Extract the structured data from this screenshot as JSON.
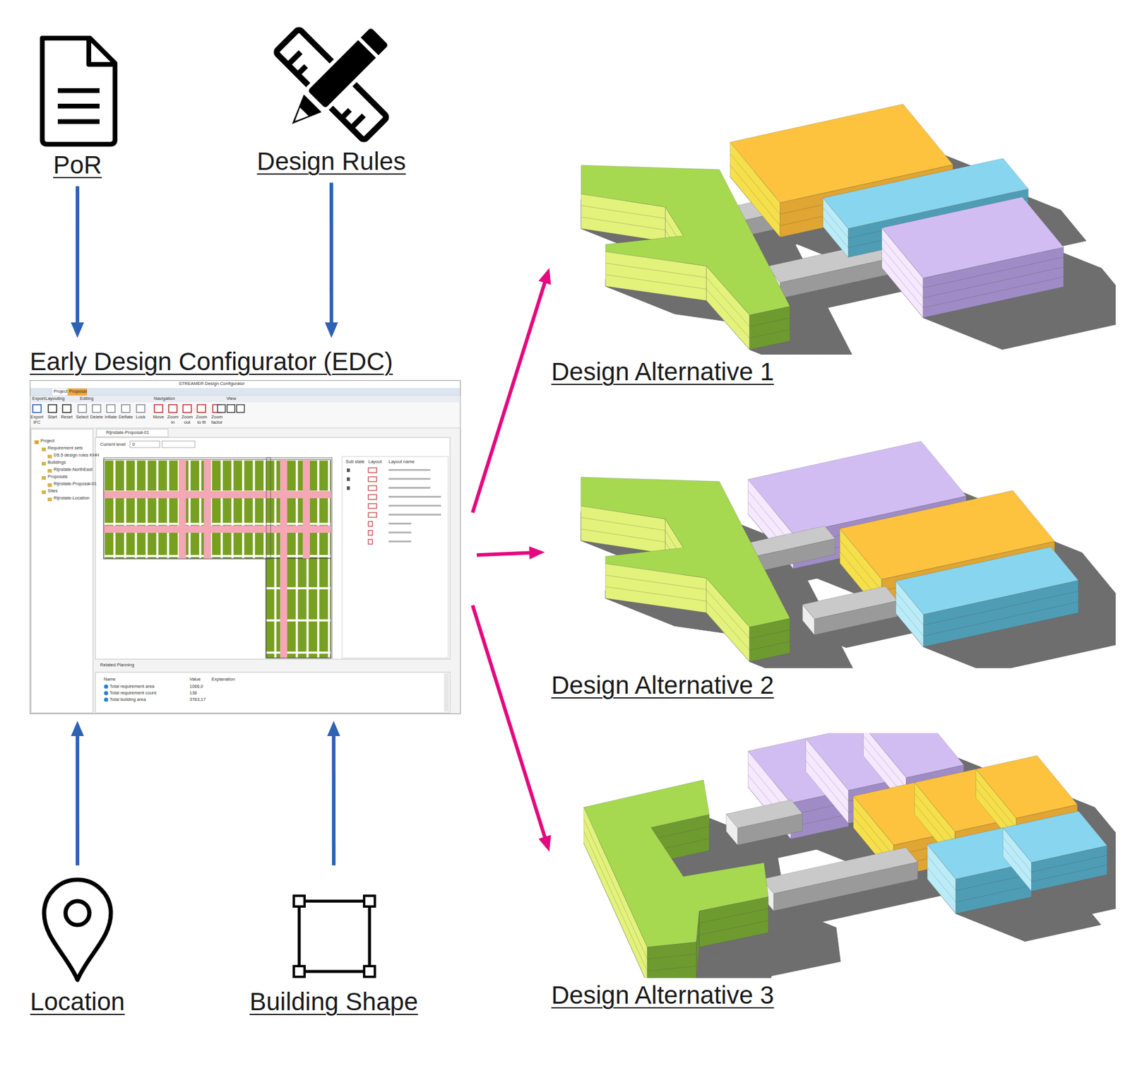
{
  "diagram": {
    "nodes": [
      {
        "text": [
          "PoR"
        ]
      },
      {
        "text": [
          "Design Rules"
        ]
      },
      {
        "text": [
          "Early Design Configurator (EDC)"
        ]
      },
      {
        "text": [
          "Design Alternative 1"
        ]
      },
      {
        "text": [
          "Design Alternative 2"
        ]
      },
      {
        "text": [
          "Location"
        ]
      },
      {
        "text": [
          "Building Shape"
        ]
      },
      {
        "text": [
          "Design Alternative 3"
        ]
      }
    ],
    "edges": [
      {
        "from": 0,
        "to": 2,
        "arrow": "to"
      },
      {
        "from": 1,
        "to": 2,
        "arrow": "to"
      },
      {
        "from": 5,
        "to": 2,
        "arrow": "to"
      },
      {
        "from": 6,
        "to": 2,
        "arrow": "to"
      },
      {
        "from": 2,
        "to": 3,
        "arrow": "to"
      },
      {
        "from": 2,
        "to": 4,
        "arrow": "to"
      },
      {
        "from": 2,
        "to": 7,
        "arrow": "to"
      }
    ],
    "labels": [
      "STREAMER Design Configurator",
      "Project",
      "Proposal",
      "Export",
      "Layouting",
      "Editing",
      "Navigation",
      "View",
      "Export IFC",
      "Start",
      "Reset",
      "Select",
      "Delete",
      "Inflate",
      "Deflate",
      "Lock",
      "Move",
      "Zoom in",
      "Zoom out",
      "Zoom to fit",
      "Zoom factor",
      "Project",
      "Requirement sets",
      "D5.5 design rules KHH",
      "Buildings",
      "Rijnstate-NorthEast",
      "Proposals",
      "Rijnstate-Proposal-01",
      "Sites",
      "Rijnstate-Location",
      "Rijnstate-Proposal-01",
      "Current level",
      "0",
      "Sub state",
      "Layout",
      "Layout name",
      "Related Planning",
      "Name",
      "Value",
      "Explanation",
      "Total requirement area",
      "1066,0",
      "Total requirement count",
      "136",
      "Total building area",
      "3763,17"
    ]
  }
}
